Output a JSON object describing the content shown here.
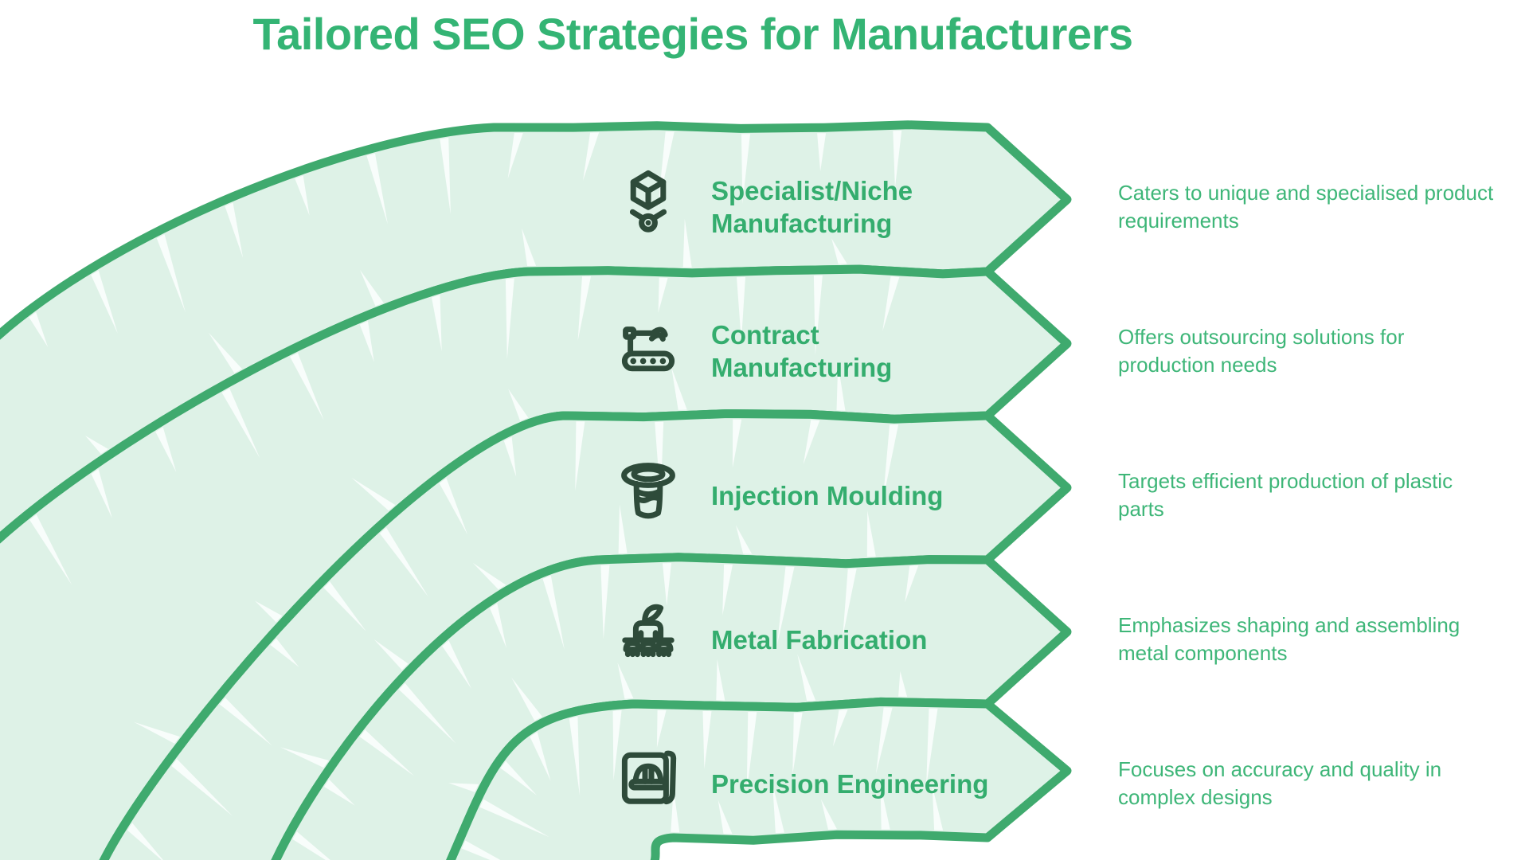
{
  "title": "Tailored SEO Strategies for Manufacturers",
  "colors": {
    "background": "#ffffff",
    "band_fill": "#def2e7",
    "band_border": "#3faa6e",
    "heading_green": "#34b474",
    "row_title_green": "#34ad6e",
    "description_green": "#3eb678",
    "icon_dark": "#2e4b3a",
    "spike_white": "#f8fdfb"
  },
  "rows": [
    {
      "icon": "hologram-cube-icon",
      "title_lines": [
        "Specialist/Niche",
        "Manufacturing"
      ],
      "description_lines": [
        "Caters to unique and specialised product",
        "requirements"
      ]
    },
    {
      "icon": "conveyor-robot-arm-icon",
      "title_lines": [
        "Contract",
        "Manufacturing"
      ],
      "description_lines": [
        "Offers outsourcing solutions for",
        "production needs"
      ]
    },
    {
      "icon": "injection-mould-icon",
      "title_lines": [
        "Injection Moulding"
      ],
      "description_lines": [
        "Targets efficient production of plastic",
        "parts"
      ]
    },
    {
      "icon": "metal-press-icon",
      "title_lines": [
        "Metal Fabrication"
      ],
      "description_lines": [
        "Emphasizes shaping and assembling",
        "metal components"
      ]
    },
    {
      "icon": "blueprint-hardhat-icon",
      "title_lines": [
        "Precision Engineering"
      ],
      "description_lines": [
        "Focuses on accuracy and quality in",
        "complex designs"
      ]
    }
  ]
}
